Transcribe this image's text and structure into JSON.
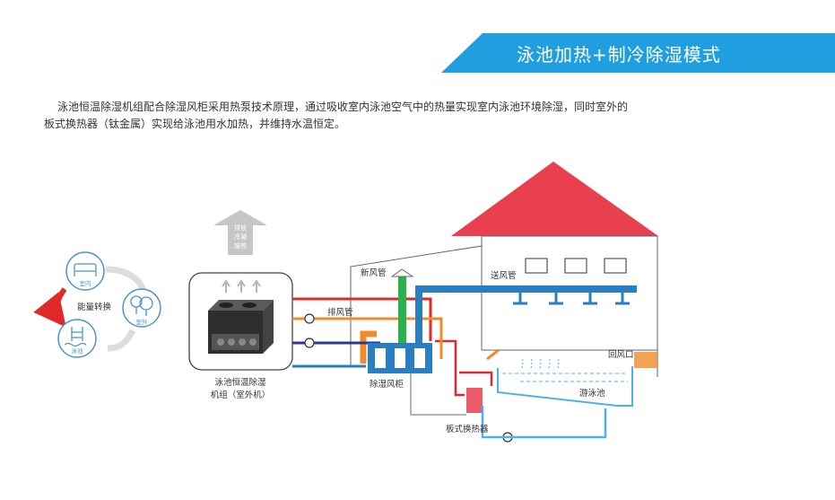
{
  "header": {
    "title": "泳池加热+制冷除湿模式"
  },
  "description": {
    "line1": "泳池恒温除湿机组配合除湿风柜采用热泵技术原理，通过吸收室内泳池空气中的热量实现室内泳池环境除湿，同时室外的",
    "line2": "板式换热器（钛金属）实现给泳池用水加热，并维持水温恒定。"
  },
  "energy_cycle": {
    "label": "能量转换",
    "indoor": "室内",
    "outdoor": "室外",
    "pool": "泳池"
  },
  "exhaust_arrow": {
    "line1": "排放",
    "line2": "冷凝",
    "line3": "废热"
  },
  "labels": {
    "outdoor_unit_line1": "泳池恒温除湿",
    "outdoor_unit_line2": "机组（室外机）",
    "fresh_air_duct": "新风管",
    "supply_air_duct": "送风管",
    "exhaust_duct": "排风管",
    "dehumid_cabinet": "除湿风柜",
    "return_air": "回风口",
    "pool": "游泳池",
    "plate_hx": "板式换热器"
  },
  "colors": {
    "banner": "#1f9fe0",
    "roof": "#e8404f",
    "hot_pipe": "#e02828",
    "warm_pipe": "#f08a2a",
    "cold_pipe": "#2a7fc0",
    "navy_pipe": "#2c3a8c",
    "fresh_air": "#2bb24c",
    "water_pipe": "#49b4e8"
  }
}
